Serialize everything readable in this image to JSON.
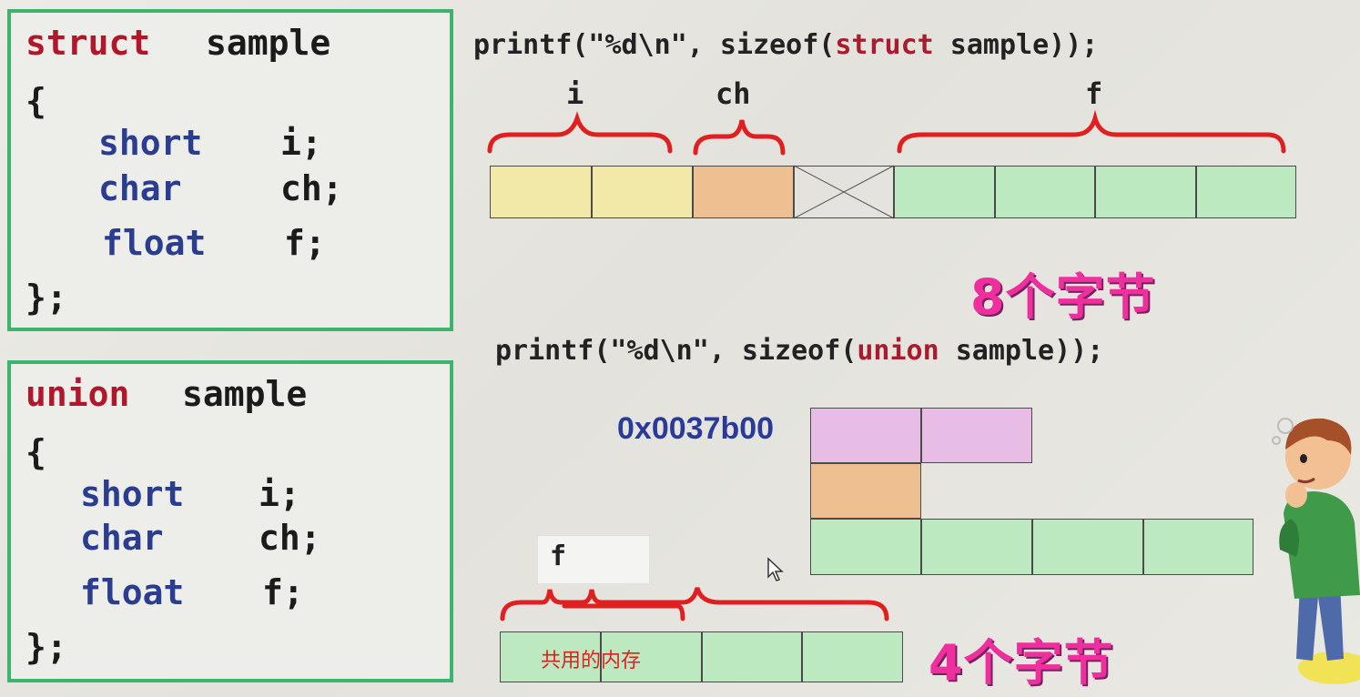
{
  "struct_code": {
    "l1_kw": "struct",
    "l1_name": "sample",
    "open": "{",
    "short": "short",
    "i": "i;",
    "char": "char",
    "ch": "ch;",
    "float": "float",
    "f": "f;",
    "close": "};"
  },
  "union_code": {
    "l1_kw": "union",
    "l1_name": "sample",
    "open": "{",
    "short": "short",
    "i": "i;",
    "char": "char",
    "ch": "ch;",
    "float": "float",
    "f": "f;",
    "close": "};"
  },
  "struct_printf": {
    "pre": "printf(\"%d\\n\", sizeof(",
    "kw": "struct",
    "post": " sample));"
  },
  "union_printf": {
    "pre": "printf(\"%d\\n\", sizeof(",
    "kw": "union",
    "post": " sample));"
  },
  "struct_labels": {
    "i": "i",
    "ch": "ch",
    "f": "f"
  },
  "struct_size": "8个字节",
  "union_address": "0x0037b00",
  "union_f_label": "f",
  "union_shared": "共用的内存",
  "union_size": "4个字节",
  "colors": {
    "short": "#f2e8a8",
    "char": "#eebf90",
    "float": "#bce9bf",
    "union_short": "#e7bde6",
    "padding": "#ffffff",
    "panel_border": "#3db46d",
    "brace": "#e02020",
    "size_text": "#ee2f9d"
  }
}
